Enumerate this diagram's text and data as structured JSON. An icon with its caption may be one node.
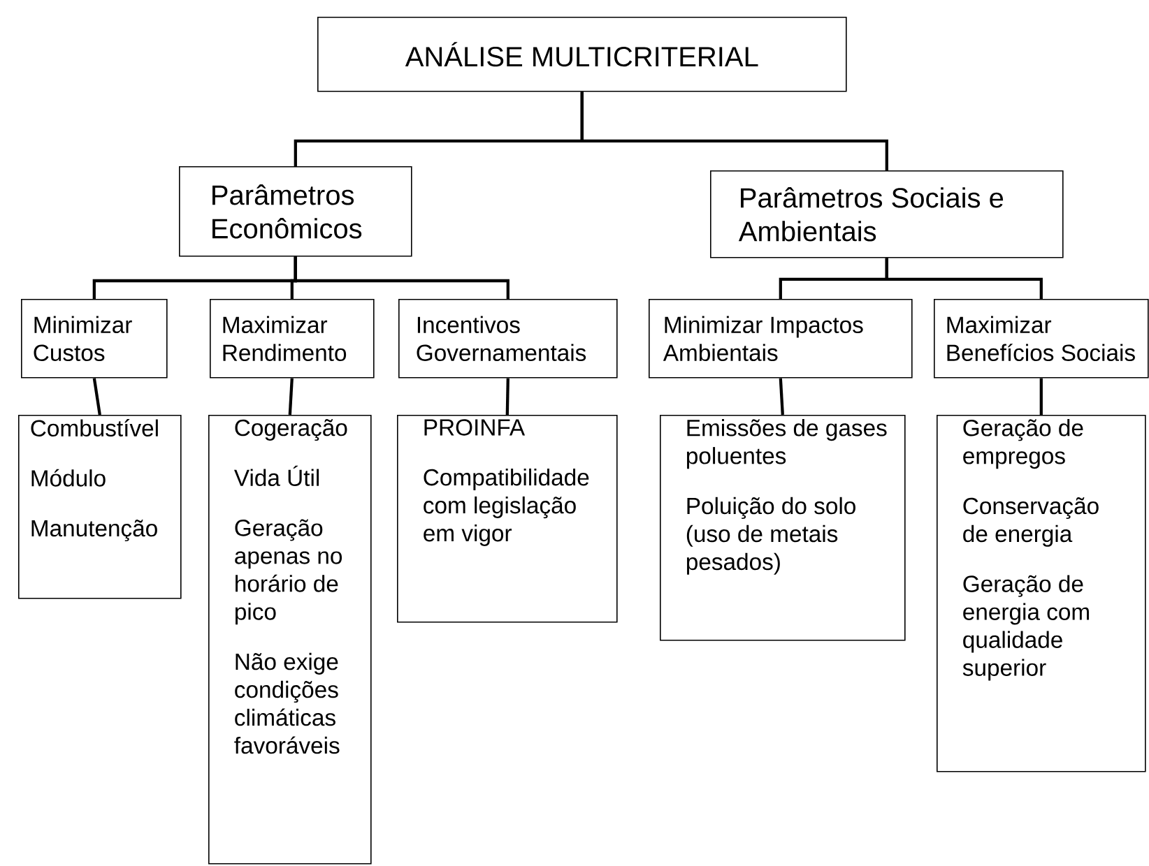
{
  "diagram": {
    "nodes": [
      {
        "text": [
          "ANÁLISE MULTICRITERIAL"
        ]
      },
      {
        "text": [
          "Parâmetros Econômicos"
        ]
      },
      {
        "text": [
          "Parâmetros Sociais e Ambientais"
        ]
      },
      {
        "text": [
          "Minimizar Custos"
        ]
      },
      {
        "text": [
          "Maximizar Rendimento"
        ]
      },
      {
        "text": [
          "Incentivos Governamentais"
        ]
      },
      {
        "text": [
          "Minimizar Impactos Ambientais"
        ]
      },
      {
        "text": [
          "Maximizar Benefícios Sociais"
        ]
      },
      {
        "text": [
          "Combustível",
          "Módulo",
          "Manutenção"
        ]
      },
      {
        "text": [
          "Cogeração",
          "Vida Útil",
          "Geração apenas no horário de pico",
          "Não exige condições climáticas favoráveis"
        ]
      },
      {
        "text": [
          "PROINFA",
          "Compatibilidade com legislação em vigor"
        ]
      },
      {
        "text": [
          "Emissões de gases poluentes",
          "Poluição do solo (uso de metais pesados)"
        ]
      },
      {
        "text": [
          "Geração de empregos",
          "Conservação de energia",
          "Geração de energia com qualidade superior"
        ]
      }
    ],
    "edges": [
      {
        "from": 0,
        "to": 1,
        "arrow": "none"
      },
      {
        "from": 0,
        "to": 2,
        "arrow": "none"
      },
      {
        "from": 1,
        "to": 3,
        "arrow": "none"
      },
      {
        "from": 1,
        "to": 4,
        "arrow": "none"
      },
      {
        "from": 1,
        "to": 5,
        "arrow": "none"
      },
      {
        "from": 2,
        "to": 6,
        "arrow": "none"
      },
      {
        "from": 2,
        "to": 7,
        "arrow": "none"
      },
      {
        "from": 3,
        "to": 8,
        "arrow": "none"
      },
      {
        "from": 4,
        "to": 9,
        "arrow": "none"
      },
      {
        "from": 5,
        "to": 10,
        "arrow": "none"
      },
      {
        "from": 6,
        "to": 11,
        "arrow": "none"
      },
      {
        "from": 7,
        "to": 12,
        "arrow": "none"
      }
    ]
  }
}
